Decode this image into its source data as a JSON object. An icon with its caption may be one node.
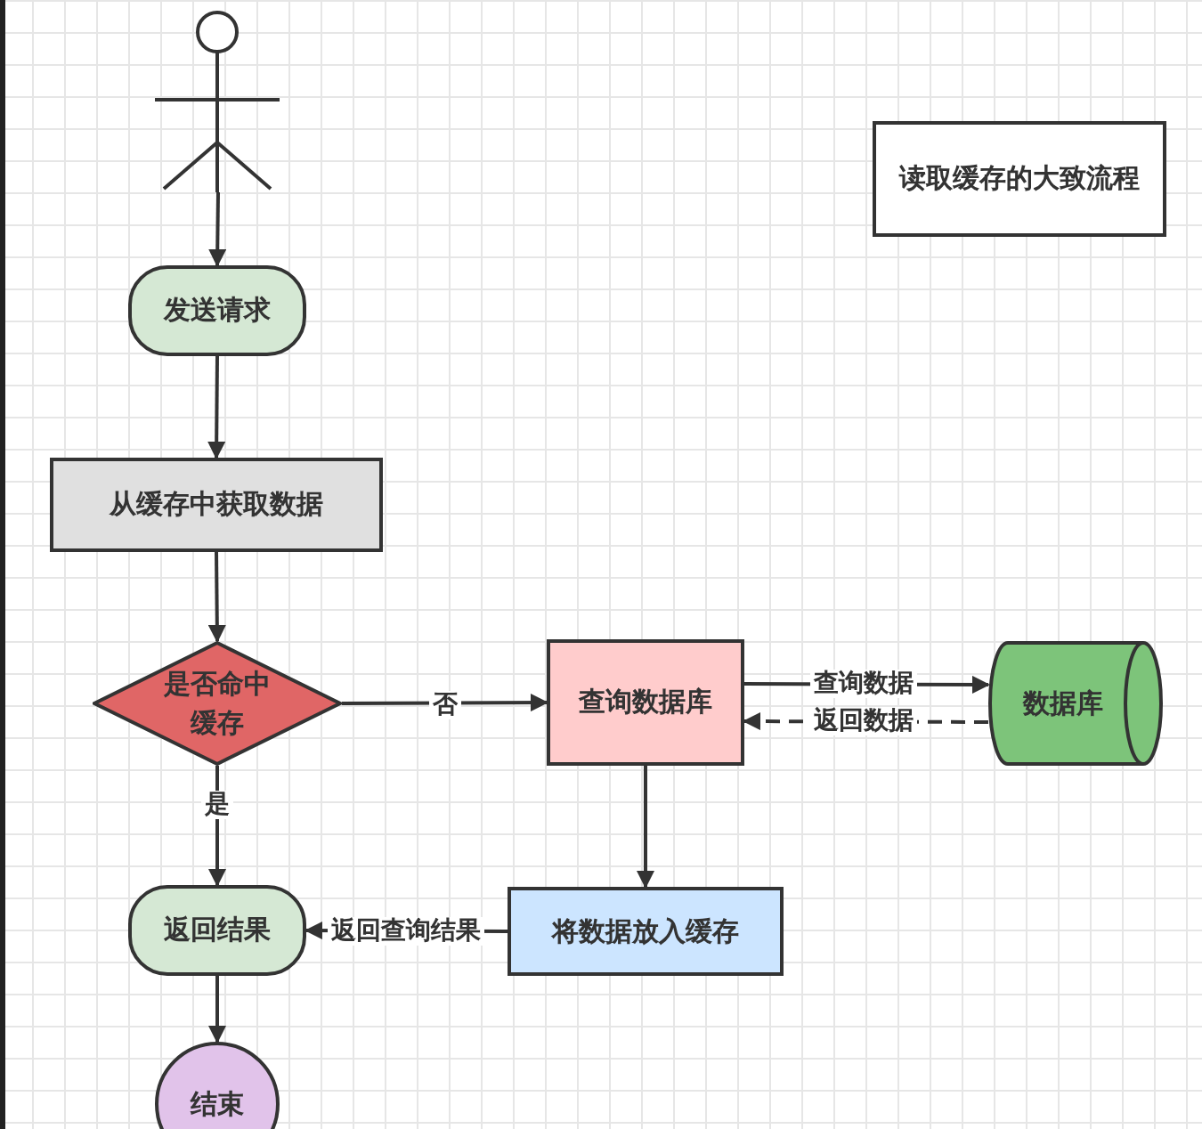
{
  "diagram": {
    "nodes": [
      {
        "text": [],
        "shape": "person"
      },
      {
        "text": [
          "发送请求"
        ]
      },
      {
        "text": [
          "从缓存中获取数据"
        ]
      },
      {
        "text": [
          "是否命中缓存"
        ]
      },
      {
        "text": [
          "查询数据库"
        ]
      },
      {
        "text": [
          "数据库"
        ]
      },
      {
        "text": [
          "返回结果"
        ]
      },
      {
        "text": [
          "将数据放入缓存"
        ]
      },
      {
        "text": [
          "结束"
        ]
      },
      {
        "text": [
          "读取缓存的大致流程"
        ]
      }
    ],
    "edges": [
      {
        "from": 0,
        "to": 1,
        "arrow": "to"
      },
      {
        "from": 1,
        "to": 2,
        "arrow": "to"
      },
      {
        "from": 2,
        "to": 3,
        "arrow": "to"
      },
      {
        "from": 3,
        "to": 4,
        "arrow": "to",
        "label": "否"
      },
      {
        "from": 3,
        "to": 6,
        "arrow": "to",
        "label": "是"
      },
      {
        "from": 4,
        "to": 5,
        "arrow": "to",
        "label": "查询数据"
      },
      {
        "from": 5,
        "to": 4,
        "arrow": "to",
        "label": "返回数据",
        "style": "dashed"
      },
      {
        "from": 4,
        "to": 7,
        "arrow": "to"
      },
      {
        "from": 7,
        "to": 6,
        "arrow": "to",
        "label": "返回查询结果"
      },
      {
        "from": 6,
        "to": 8,
        "arrow": "to"
      }
    ]
  }
}
